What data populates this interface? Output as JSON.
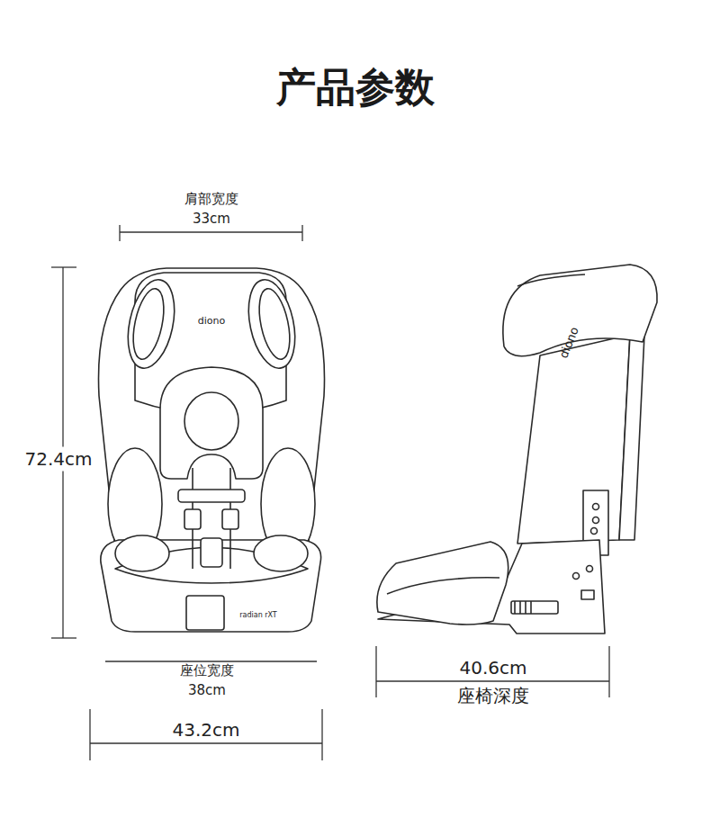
{
  "diagram": {
    "title": "产品参数",
    "labels": [
      "肩部宽度",
      "33cm",
      "72.4cm",
      "diono",
      "diono",
      "radian rXT",
      "座位宽度",
      "38cm",
      "43.2cm",
      "40.6cm",
      "座椅深度"
    ]
  }
}
